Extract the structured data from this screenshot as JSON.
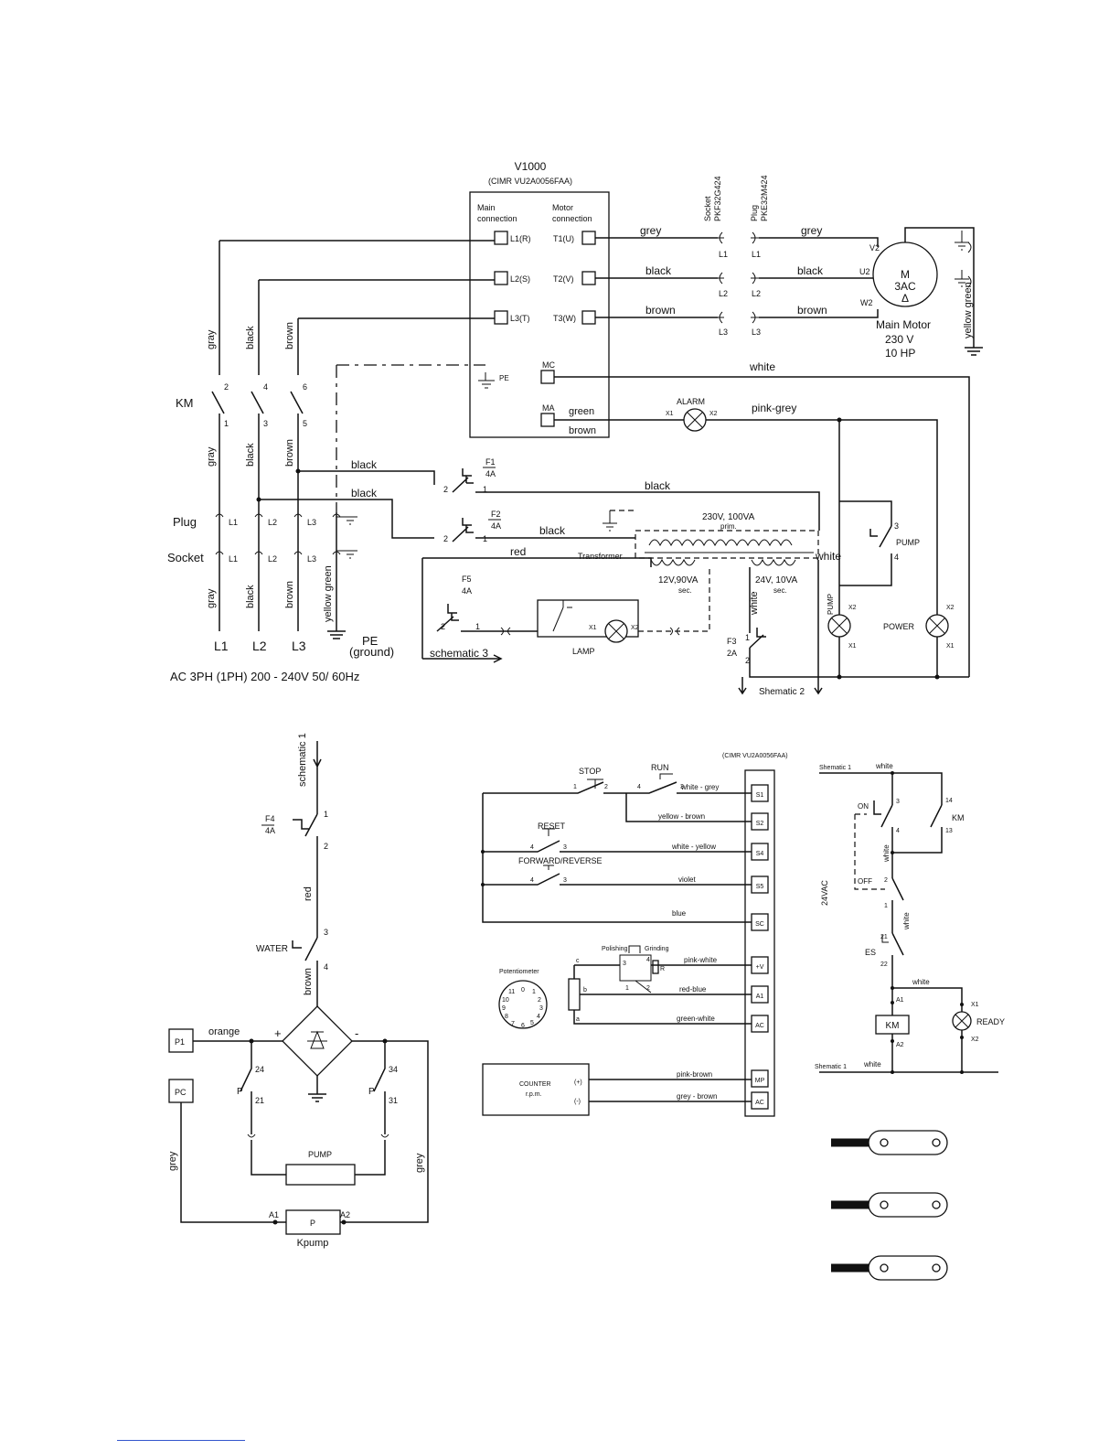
{
  "s1": {
    "drive_title": "V1000",
    "drive_model": "(CIMR VU2A0056FAA)",
    "main_connection": [
      "Main",
      "connection"
    ],
    "motor_connection": [
      "Motor",
      "connection"
    ],
    "input_terminals": [
      "L1(R)",
      "L2(S)",
      "L3(T)"
    ],
    "output_terminals": [
      "T1(U)",
      "T2(V)",
      "T3(W)"
    ],
    "pe": "PE",
    "mc": "MC",
    "ma": "MA",
    "socket_label": "Socket",
    "socket_part": "PKF32G424",
    "plug_label": "Plug",
    "plug_part": "PKE32M424",
    "conn_l": [
      "L1",
      "L2",
      "L3"
    ],
    "motor_wires": [
      "grey",
      "black",
      "brown"
    ],
    "motor_ends": [
      "V2",
      "U2",
      "W2"
    ],
    "motor_m": "M",
    "motor_3ac": "3AC",
    "motor_tri": "Δ",
    "main_motor": "Main Motor",
    "motor_volt": "230 V",
    "motor_hp": "10 HP",
    "yellow_green": "yellow green",
    "white": "white",
    "green": "green",
    "brown": "brown",
    "alarm": "ALARM",
    "x1": "X1",
    "x2": "X2",
    "pink_grey": "pink-grey",
    "km": "KM",
    "km_top": [
      "2",
      "4",
      "6"
    ],
    "km_bot": [
      "1",
      "3",
      "5"
    ],
    "supply_wires": [
      "gray",
      "black",
      "brown"
    ],
    "plug": "Plug",
    "socket": "Socket",
    "lines": [
      "L1",
      "L2",
      "L3"
    ],
    "pe_ground": [
      "PE",
      "(ground)"
    ],
    "ac_supply": "AC 3PH (1PH) 200 - 240V  50/ 60Hz",
    "black": "black",
    "f1": "F1",
    "f2": "F2",
    "f3": "F3",
    "f5": "F5",
    "a4": "4A",
    "a2": "2A",
    "tr_prim": "230V, 100VA",
    "prim": "prim.",
    "tr_sec1": "12V,90VA",
    "tr_sec2": "24V, 10VA",
    "sec": "sec.",
    "red": "red",
    "transformer": "Transformer",
    "lamp": "LAMP",
    "pump": "PUMP",
    "power": "POWER",
    "schematic3": "schematic  3",
    "shematic2": "Shematic 2",
    "n1": "1",
    "n2": "2",
    "n3": "3",
    "n4": "4"
  },
  "s3": {
    "schematic1": "schematic 1",
    "f4": "F4",
    "a4": "4A",
    "red": "red",
    "water": "WATER",
    "brown": "brown",
    "p1": "P1",
    "pc": "PC",
    "orange": "orange",
    "plus": "+",
    "minus": "-",
    "p": "P",
    "pump": "PUMP",
    "grey": "grey",
    "a1": "A1",
    "a2": "A2",
    "kpump": "Kpump",
    "nums": [
      "1",
      "2",
      "3",
      "4",
      "24",
      "21",
      "34",
      "31"
    ]
  },
  "s2": {
    "drive_model": "(CIMR VU2A0056FAA)",
    "stop": "STOP",
    "run": "RUN",
    "reset": "RESET",
    "fwd_rev": "FORWARD/REVERSE",
    "wires": [
      "white - grey",
      "yellow - brown",
      "white - yellow",
      "violet",
      "blue",
      "pink-white",
      "red-blue",
      "green-white",
      "pink-brown",
      "grey - brown"
    ],
    "terminals": [
      "S1",
      "S2",
      "S4",
      "S5",
      "SC",
      "+V",
      "A1",
      "AC",
      "MP",
      "AC"
    ],
    "polishing": "Polishing",
    "grinding": "Grinding",
    "r": "R",
    "potentiometer": "Potentiometer",
    "dial": [
      "0",
      "1",
      "2",
      "3",
      "4",
      "5",
      "6",
      "7",
      "8",
      "9",
      "10",
      "11"
    ],
    "pot_abc": [
      "c",
      "b",
      "a"
    ],
    "counter": "COUNTER",
    "rpm": "r.p.m.",
    "plus": "(+)",
    "minus": "(-)",
    "nums": [
      "1",
      "2",
      "3",
      "4"
    ]
  },
  "s4": {
    "shematic1": "Shematic 1",
    "white": "white",
    "on": "ON",
    "off": "OFF",
    "km": "KM",
    "vac": "24VAC",
    "es": "ES",
    "ready": "READY",
    "a1": "A1",
    "a2": "A2",
    "x1": "X1",
    "x2": "X2",
    "nums": [
      "3",
      "4",
      "14",
      "13",
      "2",
      "1",
      "21",
      "22"
    ]
  }
}
